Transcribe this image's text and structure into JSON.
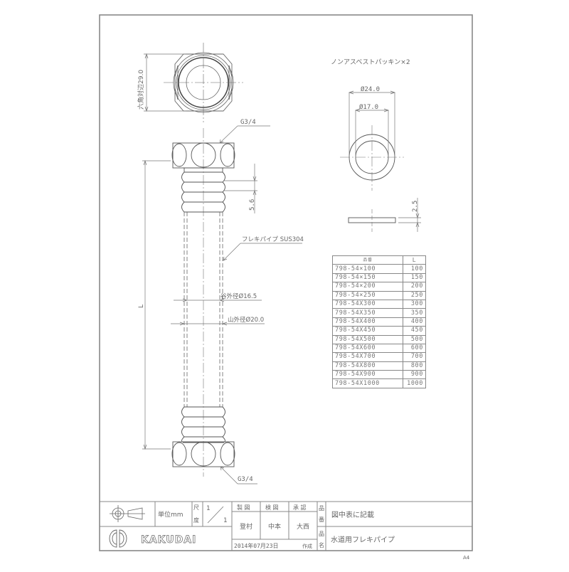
{
  "drawing": {
    "hex_dimension_label": "六角対辺29.0",
    "gasket_title": "ノンアスベストパッキン×2",
    "gasket_outer_diameter": "Ø24.0",
    "gasket_inner_diameter": "Ø17.0",
    "gasket_thickness": "2.5",
    "thread_top_label": "G3/4",
    "thread_bottom_label": "G3/4",
    "pitch_label": "5.6",
    "length_label": "L",
    "pipe_material_label": "フレキパイプ SUS304",
    "valley_diameter_label": "谷外径Ø16.5",
    "peak_diameter_label": "山外径Ø20.0"
  },
  "parts_table": {
    "headers": {
      "code": "品番",
      "length": "L"
    },
    "rows": [
      {
        "code": "798-54×100",
        "length": "100"
      },
      {
        "code": "798-54×150",
        "length": "150"
      },
      {
        "code": "798-54×200",
        "length": "200"
      },
      {
        "code": "798-54×250",
        "length": "250"
      },
      {
        "code": "798-54X300",
        "length": "300"
      },
      {
        "code": "798-54X350",
        "length": "350"
      },
      {
        "code": "798-54X400",
        "length": "400"
      },
      {
        "code": "798-54X450",
        "length": "450"
      },
      {
        "code": "798-54X500",
        "length": "500"
      },
      {
        "code": "798-54X600",
        "length": "600"
      },
      {
        "code": "798-54X700",
        "length": "700"
      },
      {
        "code": "798-54X800",
        "length": "800"
      },
      {
        "code": "798-54X900",
        "length": "900"
      },
      {
        "code": "798-54X1000",
        "length": "1000"
      }
    ]
  },
  "title_block": {
    "unit_label": "単位mm",
    "scale_label_1": "尺",
    "scale_label_2": "度",
    "scale_top": "1",
    "scale_bottom": "1",
    "drafted_header": "製 図",
    "checked_header": "検 図",
    "approved_header": "承 認",
    "drafted_by": "登村",
    "checked_by": "中本",
    "approved_by": "大西",
    "date": "2014年07月23日",
    "created_label": "作成",
    "part_no_label_1": "品",
    "part_no_label_2": "番",
    "part_no_value": "図中表に記載",
    "part_name_label_1": "品",
    "part_name_label_2": "名",
    "part_name_value": "水道用フレキパイプ",
    "brand": "KAKUDAI",
    "paper_size": "A4"
  }
}
